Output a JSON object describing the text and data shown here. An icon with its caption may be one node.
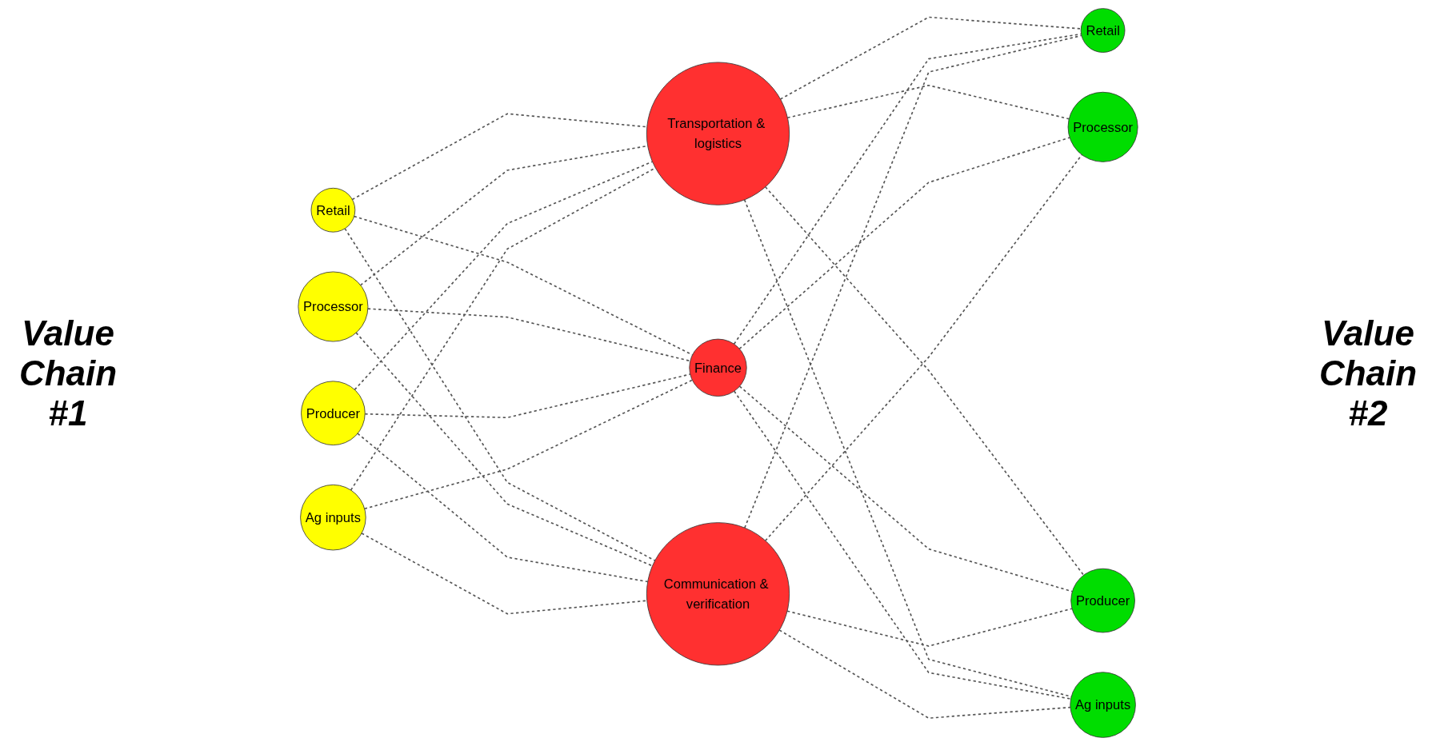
{
  "diagram": {
    "nodes": [
      {
        "text": [
          "Retail"
        ]
      },
      {
        "text": [
          "Processor"
        ]
      },
      {
        "text": [
          "Producer"
        ]
      },
      {
        "text": [
          "Ag inputs"
        ]
      },
      {
        "text": [
          "Transportation & logistics"
        ]
      },
      {
        "text": [
          "Finance"
        ]
      },
      {
        "text": [
          "Communication & verification"
        ]
      },
      {
        "text": [
          "Retail"
        ]
      },
      {
        "text": [
          "Processor"
        ]
      },
      {
        "text": [
          "Producer"
        ]
      },
      {
        "text": [
          "Ag inputs"
        ]
      }
    ],
    "edges": [
      {
        "from": 0,
        "to": 4,
        "arrow": "none",
        "style": "dashed"
      },
      {
        "from": 0,
        "to": 5,
        "arrow": "none",
        "style": "dashed"
      },
      {
        "from": 0,
        "to": 6,
        "arrow": "none",
        "style": "dashed"
      },
      {
        "from": 1,
        "to": 4,
        "arrow": "none",
        "style": "dashed"
      },
      {
        "from": 1,
        "to": 5,
        "arrow": "none",
        "style": "dashed"
      },
      {
        "from": 1,
        "to": 6,
        "arrow": "none",
        "style": "dashed"
      },
      {
        "from": 2,
        "to": 4,
        "arrow": "none",
        "style": "dashed"
      },
      {
        "from": 2,
        "to": 5,
        "arrow": "none",
        "style": "dashed"
      },
      {
        "from": 2,
        "to": 6,
        "arrow": "none",
        "style": "dashed"
      },
      {
        "from": 3,
        "to": 4,
        "arrow": "none",
        "style": "dashed"
      },
      {
        "from": 3,
        "to": 5,
        "arrow": "none",
        "style": "dashed"
      },
      {
        "from": 3,
        "to": 6,
        "arrow": "none",
        "style": "dashed"
      },
      {
        "from": 4,
        "to": 7,
        "arrow": "none",
        "style": "dashed"
      },
      {
        "from": 4,
        "to": 8,
        "arrow": "none",
        "style": "dashed"
      },
      {
        "from": 4,
        "to": 9,
        "arrow": "none",
        "style": "dashed"
      },
      {
        "from": 4,
        "to": 10,
        "arrow": "none",
        "style": "dashed"
      },
      {
        "from": 5,
        "to": 7,
        "arrow": "none",
        "style": "dashed"
      },
      {
        "from": 5,
        "to": 8,
        "arrow": "none",
        "style": "dashed"
      },
      {
        "from": 5,
        "to": 9,
        "arrow": "none",
        "style": "dashed"
      },
      {
        "from": 5,
        "to": 10,
        "arrow": "none",
        "style": "dashed"
      },
      {
        "from": 6,
        "to": 7,
        "arrow": "none",
        "style": "dashed"
      },
      {
        "from": 6,
        "to": 8,
        "arrow": "none",
        "style": "dashed"
      },
      {
        "from": 6,
        "to": 9,
        "arrow": "none",
        "style": "dashed"
      },
      {
        "from": 6,
        "to": 10,
        "arrow": "none",
        "style": "dashed"
      }
    ],
    "labels": [
      "Value Chain #1",
      "Value Chain #2"
    ]
  }
}
